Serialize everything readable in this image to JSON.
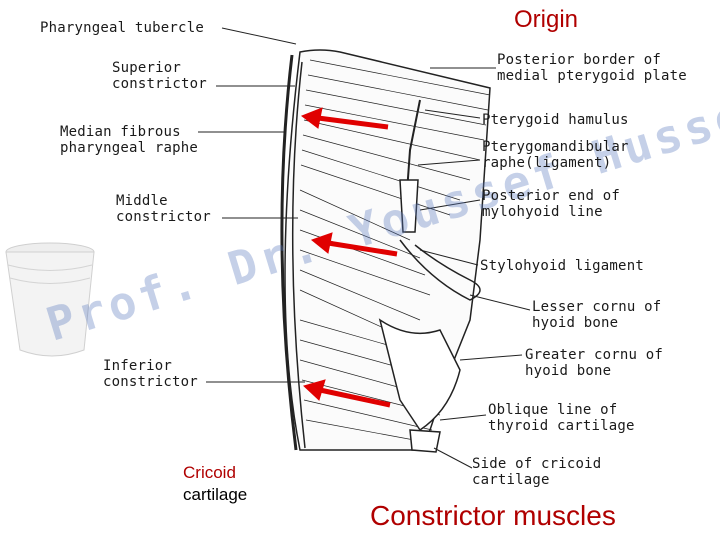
{
  "title_origin": "Origin",
  "title_main": "Constrictor muscles",
  "bottom_left": {
    "cricoid": "Cricoid",
    "cartilage": "cartilage"
  },
  "watermark": "Prof. Dr. Youssef Hussein",
  "labels_left": [
    "Pharyngeal tubercle",
    "Superior\nconstrictor",
    "Median fibrous\npharyngeal raphe",
    "Middle\nconstrictor",
    "Inferior\nconstrictor"
  ],
  "labels_right": [
    "Posterior border of\nmedial pterygoid plate",
    "Pterygoid hamulus",
    "Pterygomandibular\nraphe(ligament)",
    "Posterior end of\nmylohyoid line",
    "Stylohyoid ligament",
    "Lesser cornu of\nhyoid bone",
    "Greater cornu of\nhyoid bone",
    "Oblique line of\nthyroid cartilage",
    "Side of cricoid\ncartilage"
  ],
  "colors": {
    "accent": "#b00000",
    "arrow": "#e00000",
    "watermark": "#5a78be",
    "ink": "#1a1a1a"
  }
}
